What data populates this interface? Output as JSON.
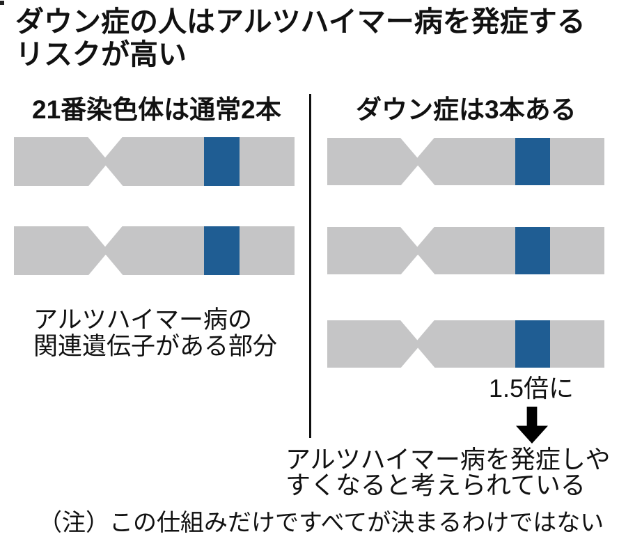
{
  "title": "ダウン症の人はアルツハイマー病を発症する\nリスクが高い",
  "columns": {
    "left": {
      "header": "21番染色体は通常2本",
      "chromosome_count": 2
    },
    "right": {
      "header": "ダウン症は3本ある",
      "chromosome_count": 3
    }
  },
  "labels": {
    "gene_region": "アルツハイマー病の\n関連遺伝子がある部分",
    "multiplier": "1.5倍に",
    "outcome": "アルツハイマー病を発症しや\nすくなると考えられている",
    "note": "（注）この仕組みだけですべてが決まるわけではない"
  },
  "icons": {
    "down_arrow": "down-arrow"
  },
  "colors": {
    "chromosome_gray": "#c5c5c6",
    "gene_band_blue": "#1f5d93",
    "ink_black": "#111111"
  }
}
